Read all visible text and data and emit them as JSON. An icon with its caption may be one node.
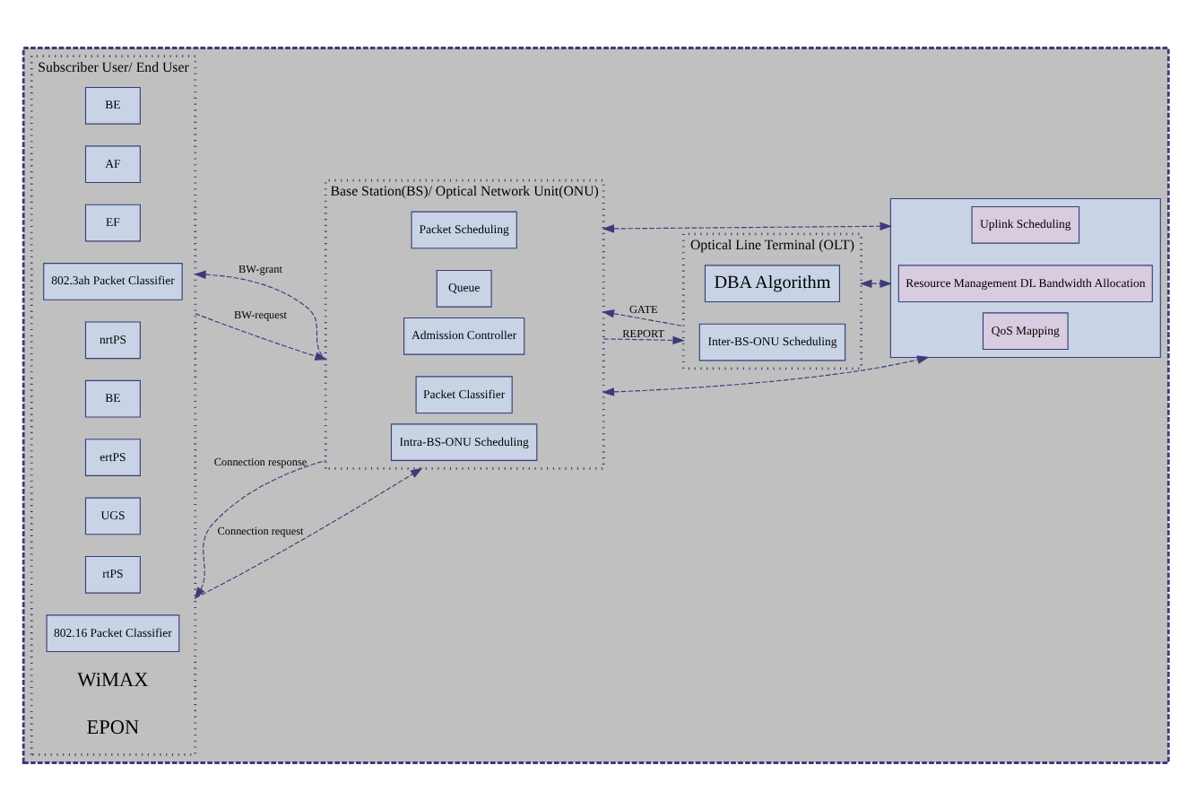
{
  "diagram": {
    "nodes": [
      {
        "text": [],
        "shape": "box"
      },
      {
        "text": [
          "Subscriber User/ End User"
        ],
        "in": 0
      },
      {
        "text": [
          "802.16 Packet Classifier"
        ],
        "in": 1
      },
      {
        "text": [
          "rtPS"
        ],
        "in": 1
      },
      {
        "text": [
          "UGS"
        ],
        "in": 1
      },
      {
        "text": [
          "ertPS"
        ],
        "in": 1
      },
      {
        "text": [
          "BE"
        ],
        "in": 1
      },
      {
        "text": [
          "nrtPS"
        ],
        "in": 1
      },
      {
        "text": [
          "802.3ah Packet Classifier"
        ],
        "in": 1
      },
      {
        "text": [
          "EF"
        ],
        "in": 1
      },
      {
        "text": [
          "AF"
        ],
        "in": 1
      },
      {
        "text": [
          "BE"
        ],
        "in": 1
      },
      {
        "text": [
          "Base Station(BS)/ Optical Network Unit(ONU)"
        ],
        "in": 0
      },
      {
        "text": [
          "Intra-BS-ONU Scheduling"
        ],
        "in": 12
      },
      {
        "text": [
          "Admission Controller"
        ],
        "in": 12
      },
      {
        "text": [
          "Packet Classifier"
        ],
        "in": 12
      },
      {
        "text": [
          "Queue"
        ],
        "in": 12
      },
      {
        "text": [
          "Packet Scheduling"
        ],
        "in": 12
      },
      {
        "text": [
          "Optical Line Terminal (OLT)"
        ],
        "in": 0
      },
      {
        "text": [
          "Inter-BS-ONU Scheduling"
        ],
        "in": 18
      },
      {
        "text": [
          "DBA Algorithm"
        ],
        "in": 18
      },
      {
        "text": [],
        "shape": "box",
        "in": 0
      },
      {
        "text": [
          "QoS Mapping"
        ],
        "in": 21
      },
      {
        "text": [
          "Uplink Scheduling"
        ],
        "in": 21
      },
      {
        "text": [
          "Resource Management DL Bandwidth Allocation"
        ],
        "in": 21
      }
    ],
    "edges": [
      {
        "from": 1,
        "to": 12,
        "label": "Connection request",
        "arrow": "to",
        "style": "dashed"
      },
      {
        "from": 12,
        "to": 1,
        "label": "Connection response",
        "arrow": "to",
        "style": "dashed"
      },
      {
        "from": 1,
        "to": 12,
        "label": "BW-request",
        "arrow": "to",
        "style": "dashed"
      },
      {
        "from": 12,
        "to": 1,
        "label": "BW-grant",
        "arrow": "to",
        "style": "dashed"
      },
      {
        "from": 12,
        "to": 18,
        "label": "REPORT",
        "arrow": "to",
        "style": "dashed"
      },
      {
        "from": 18,
        "to": 12,
        "label": "GATE",
        "arrow": "to",
        "style": "dashed"
      },
      {
        "from": 12,
        "to": 21,
        "arrow": "both",
        "style": "dashed"
      },
      {
        "from": 12,
        "to": 21,
        "arrow": "both",
        "style": "dashed"
      },
      {
        "from": 18,
        "to": 21,
        "arrow": "both",
        "style": "dashed"
      }
    ],
    "labels": [
      "WiMAX",
      "EPON"
    ]
  }
}
